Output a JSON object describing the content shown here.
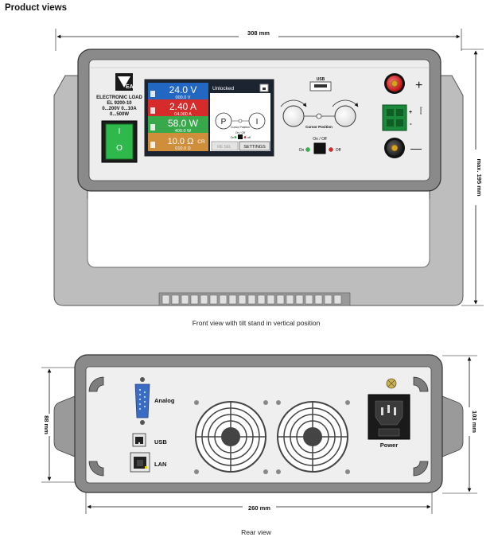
{
  "title": "Product views",
  "front": {
    "caption": "Front view with tilt stand in vertical position",
    "width_dim": "308 mm",
    "height_dim": "max. 195 mm",
    "logo_letters": "EA",
    "model_line1": "ELECTRONIC LOAD",
    "model_line2": "EL 9200-10",
    "model_line3": "0...200V 0...10A",
    "model_line4": "0...500W",
    "power_switch": {
      "on": "I",
      "off": "O"
    },
    "display": {
      "voltage": "24.0 V",
      "voltage_set": "000.0 V",
      "current": "2.40 A",
      "current_set": "04.000 A",
      "power": "58.0 W",
      "power_set": "400.0 W",
      "resistance": "10.0 Ω",
      "resistance_mode": "CR",
      "resistance_set": "010.0 Ω",
      "status": "Unlocked",
      "knob_left": "P",
      "knob_right": "I",
      "cursor_label": "Cursor Position",
      "onoff_small": "On / Off",
      "on_small": "On",
      "off_small": "off",
      "btn_left": "RE SEL",
      "btn_settings": "SETTINGS"
    },
    "usb_label": "USB",
    "cursor_position": "Cursor Position",
    "onoff_label": "On / Off",
    "on_label": "On",
    "off_label": "Off",
    "plus": "+",
    "minus": "—",
    "sense_plus": "+",
    "sense_minus": "-",
    "sense_label": "Sense"
  },
  "rear": {
    "caption": "Rear view",
    "width_dim": "260 mm",
    "height_left": "88 mm",
    "height_right": "103 mm",
    "analog": "Analog",
    "usb": "USB",
    "lan": "LAN",
    "power": "Power"
  }
}
